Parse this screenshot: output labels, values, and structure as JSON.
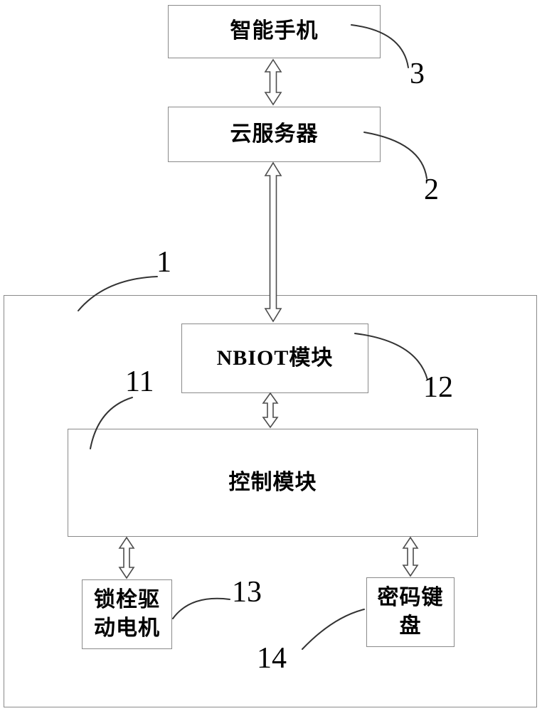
{
  "boxes": {
    "smartphone": {
      "label": "智能手机"
    },
    "cloud_server": {
      "label": "云服务器"
    },
    "nbiot": {
      "label": "NBIOT模块"
    },
    "control": {
      "label": "控制模块"
    },
    "lock_motor": {
      "label": "锁栓驱动电机"
    },
    "keypad": {
      "label": "密码键盘"
    }
  },
  "refs": {
    "outer_unit": "1",
    "cloud_server": "2",
    "smartphone": "3",
    "control": "11",
    "nbiot": "12",
    "lock_motor": "13",
    "keypad": "14"
  }
}
